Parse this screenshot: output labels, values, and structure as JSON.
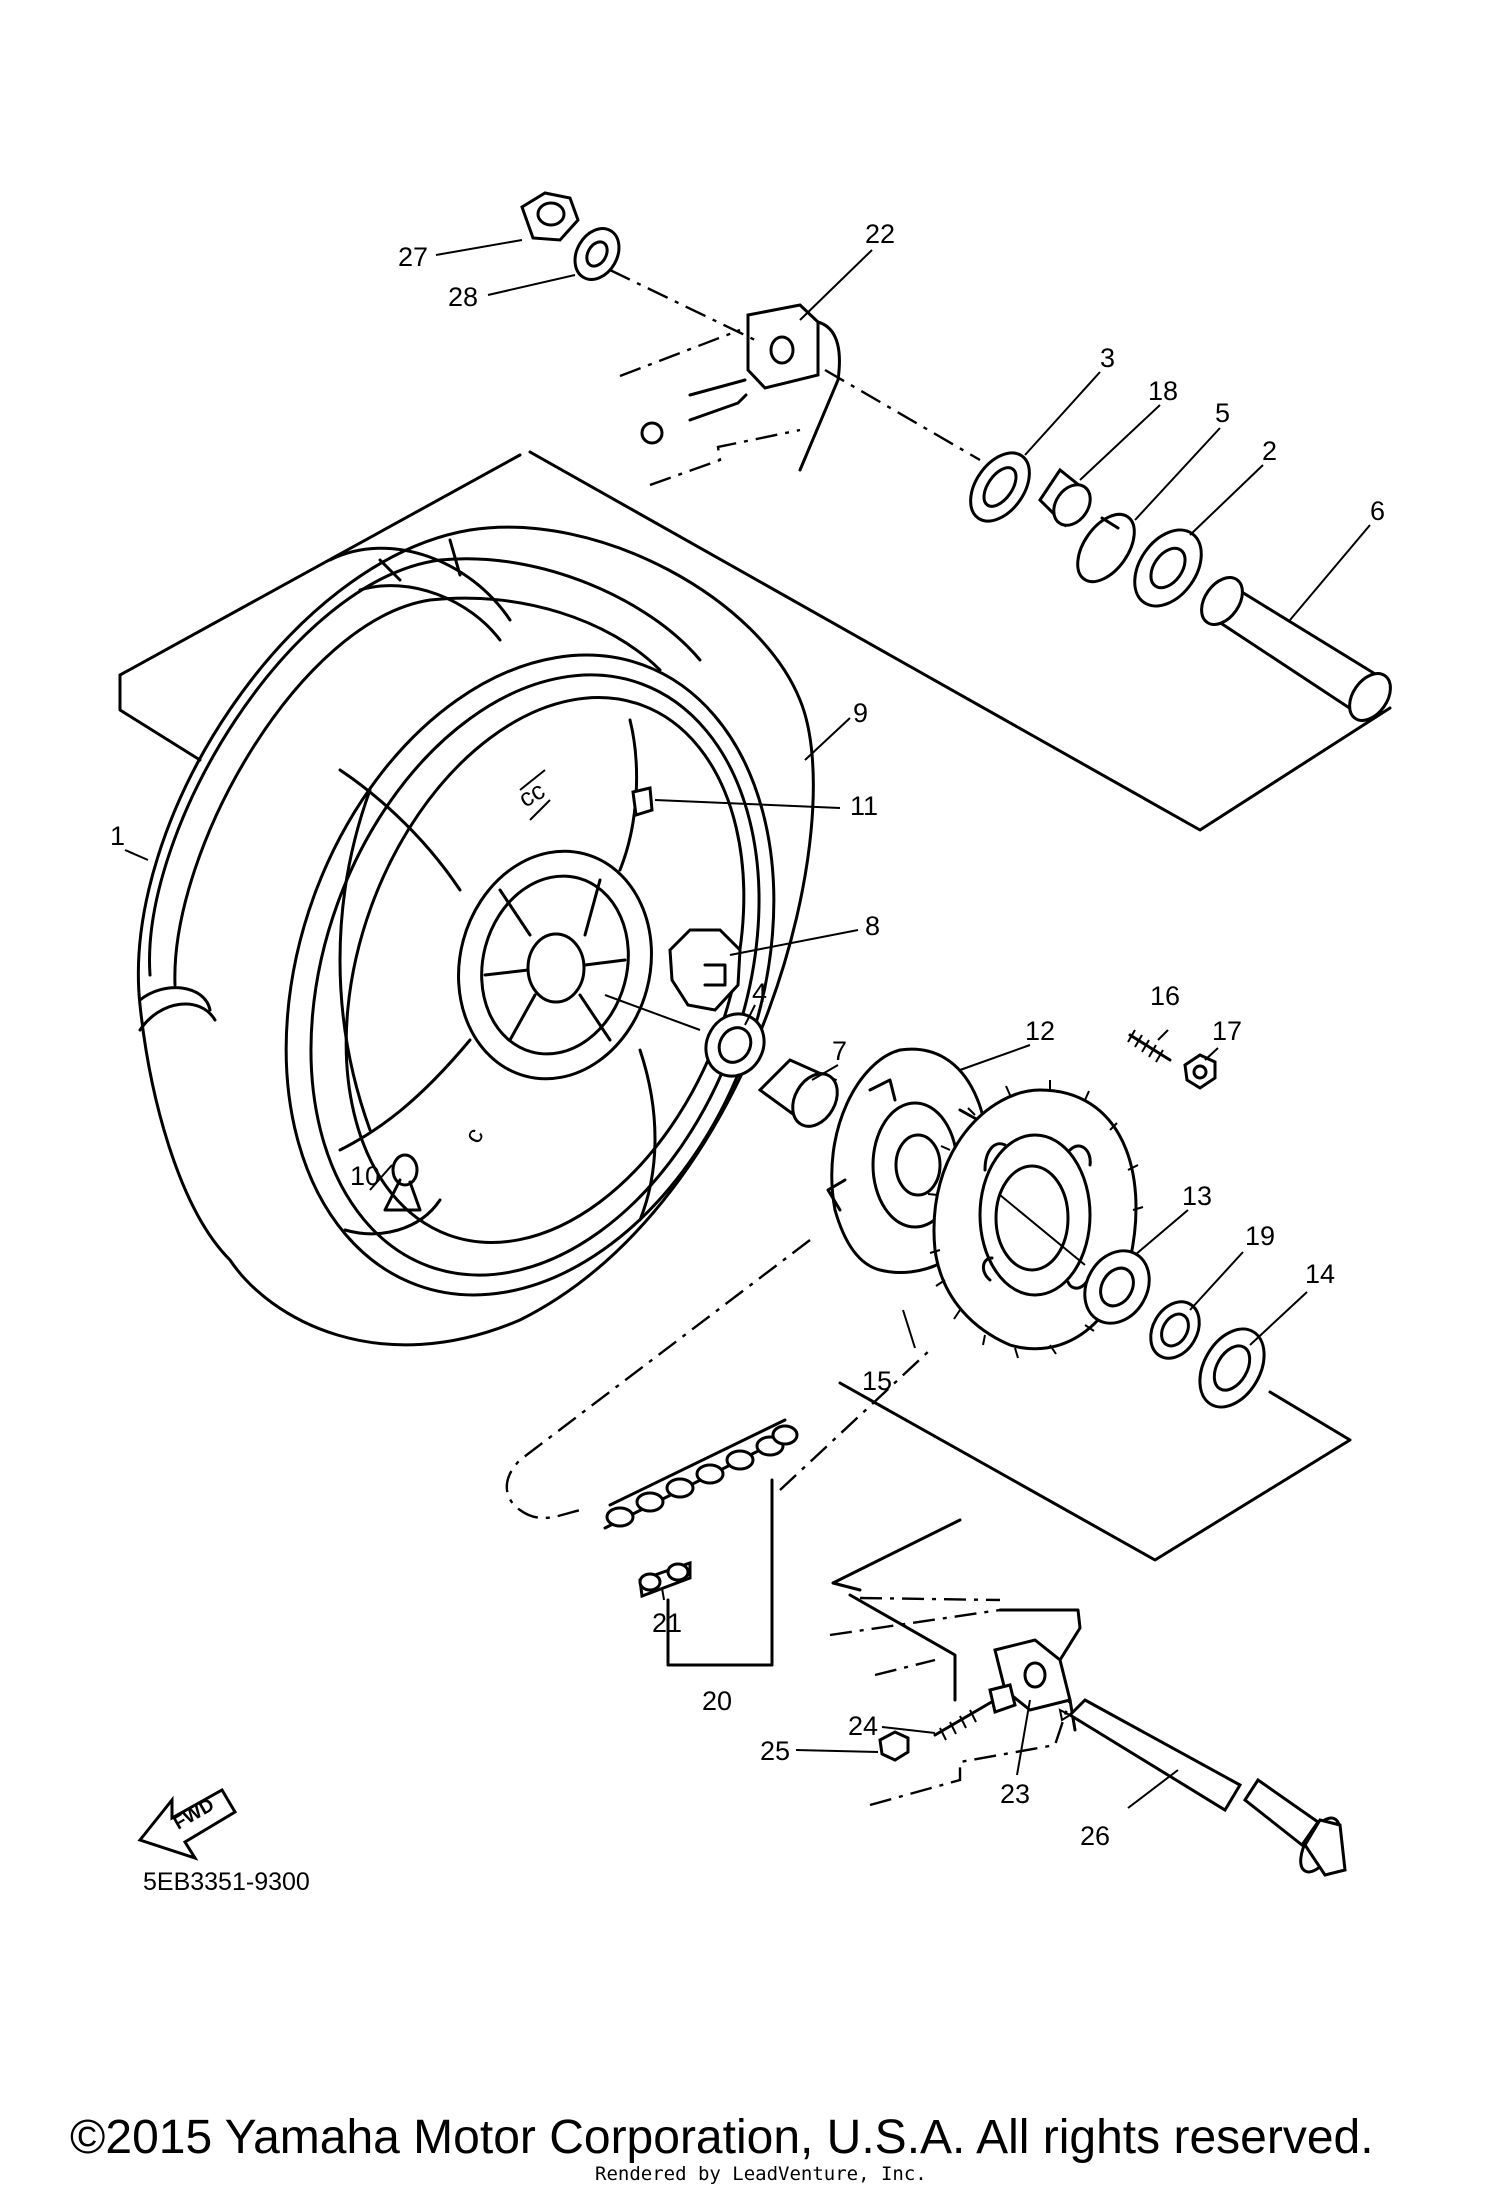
{
  "diagram": {
    "part_code": "5EB3351-9300",
    "fwd_label": "FWD",
    "copyright": "©2015 Yamaha Motor Corporation, U.S.A. All rights reserved.",
    "rendered_by": "Rendered by LeadVenture, Inc.",
    "callouts": [
      {
        "id": "1",
        "label": "1"
      },
      {
        "id": "2",
        "label": "2"
      },
      {
        "id": "3",
        "label": "3"
      },
      {
        "id": "4",
        "label": "4"
      },
      {
        "id": "5",
        "label": "5"
      },
      {
        "id": "6",
        "label": "6"
      },
      {
        "id": "7",
        "label": "7"
      },
      {
        "id": "8",
        "label": "8"
      },
      {
        "id": "9",
        "label": "9"
      },
      {
        "id": "10",
        "label": "10"
      },
      {
        "id": "11",
        "label": "11"
      },
      {
        "id": "12",
        "label": "12"
      },
      {
        "id": "13",
        "label": "13"
      },
      {
        "id": "14",
        "label": "14"
      },
      {
        "id": "15",
        "label": "15"
      },
      {
        "id": "16",
        "label": "16"
      },
      {
        "id": "17",
        "label": "17"
      },
      {
        "id": "18",
        "label": "18"
      },
      {
        "id": "19",
        "label": "19"
      },
      {
        "id": "20",
        "label": "20"
      },
      {
        "id": "21",
        "label": "21"
      },
      {
        "id": "22",
        "label": "22"
      },
      {
        "id": "23",
        "label": "23"
      },
      {
        "id": "24",
        "label": "24"
      },
      {
        "id": "25",
        "label": "25"
      },
      {
        "id": "26",
        "label": "26"
      },
      {
        "id": "27",
        "label": "27"
      },
      {
        "id": "28",
        "label": "28"
      }
    ]
  }
}
